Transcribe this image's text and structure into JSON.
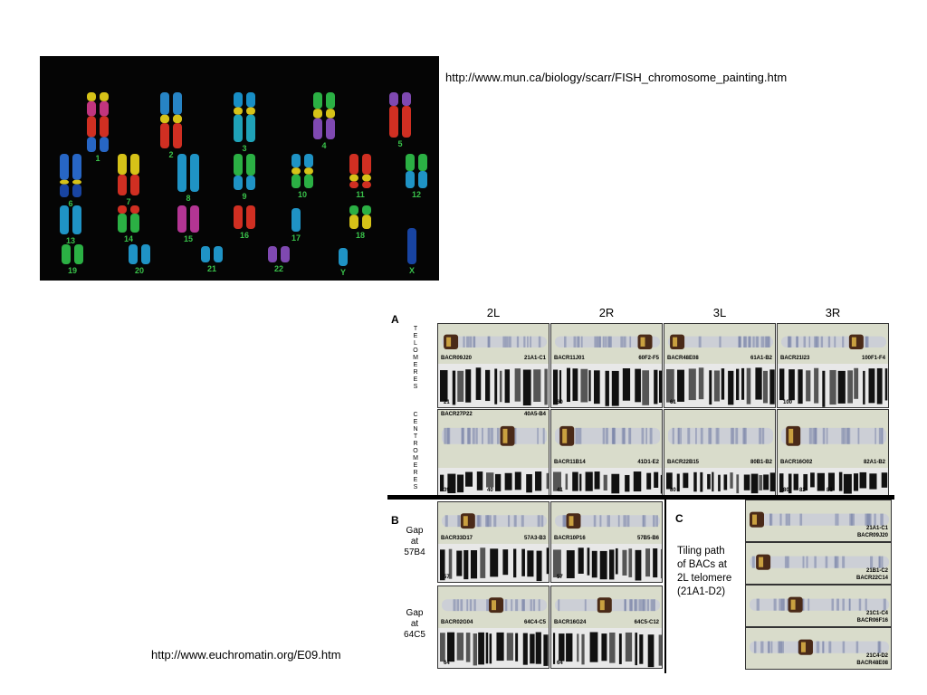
{
  "slide": {
    "url_top": "http://www.mun.ca/biology/scarr/FISH_chromosome_painting.htm",
    "url_bottom": "http://www.euchromatin.org/E09.htm"
  },
  "karyotype": {
    "labels": [
      "1",
      "2",
      "3",
      "4",
      "5",
      "6",
      "7",
      "8",
      "9",
      "10",
      "11",
      "12",
      "13",
      "14",
      "15",
      "16",
      "17",
      "18",
      "19",
      "20",
      "21",
      "22",
      "Y",
      "X"
    ]
  },
  "figure": {
    "panel_a": "A",
    "panel_b": "B",
    "panel_c": "C",
    "columns": [
      "2L",
      "2R",
      "3L",
      "3R"
    ],
    "row_telomeres": [
      "T",
      "E",
      "L",
      "O",
      "M",
      "E",
      "R",
      "E",
      "S"
    ],
    "row_centromeres": [
      "C",
      "E",
      "N",
      "T",
      "R",
      "O",
      "M",
      "E",
      "R",
      "E",
      "S"
    ],
    "telomere_cells": [
      {
        "bac": "BACR09J20",
        "band": "21A1-C1",
        "num": "21"
      },
      {
        "bac": "BACR11J01",
        "band": "60F2-F5",
        "num": "60"
      },
      {
        "bac": "BACR48E08",
        "band": "61A1-B2",
        "num": "61"
      },
      {
        "bac": "BACR21I23",
        "band": "100F1-F4",
        "num": "100"
      }
    ],
    "centromere_cells": [
      {
        "bac": "BACR27P22",
        "band": "40A5-B4",
        "num": "39",
        "num2": "40"
      },
      {
        "bac": "BACR11B14",
        "band": "41D1-E2",
        "num": "41"
      },
      {
        "bac": "BACR22B15",
        "band": "80B1-B2",
        "num": "80"
      },
      {
        "bac": "BACR16O02",
        "band": "82A1-B2",
        "num": "80",
        "num2": "81",
        "num3": "82"
      }
    ],
    "gap1": {
      "l1": "Gap",
      "l2": "at",
      "l3": "57B4"
    },
    "gap2": {
      "l1": "Gap",
      "l2": "at",
      "l3": "64C5"
    },
    "gap_cells": [
      {
        "bac": "BACR33D17",
        "band": "57A3-B3",
        "num": "57"
      },
      {
        "bac": "BACR10P16",
        "band": "57B5-B6",
        "num": "57"
      },
      {
        "bac": "BACR02G04",
        "band": "64C4-C5",
        "num": "64"
      },
      {
        "bac": "BACR16G24",
        "band": "64C5-C12",
        "num": "64"
      }
    ],
    "tiling": [
      "Tiling path",
      "of BACs at",
      "2L telomere",
      "(21A1-D2)"
    ],
    "tiling_cells": [
      {
        "band": "21A1-C1",
        "bac": "BACR09J20"
      },
      {
        "band": "21B1-C2",
        "bac": "BACR22C14"
      },
      {
        "band": "21C1-C4",
        "bac": "BACR06F16"
      },
      {
        "band": "21C4-D2",
        "bac": "BACR48E08"
      }
    ]
  },
  "colors": {
    "karyo_bg": "#050505",
    "label_green": "#39c24a",
    "photo_bg": "#d9dccb",
    "squash_bg": "#e8e8e8"
  }
}
